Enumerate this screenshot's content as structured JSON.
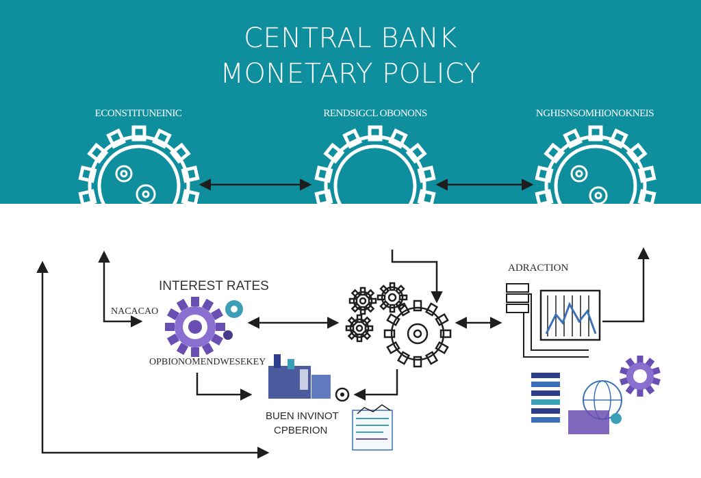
{
  "title": {
    "line1": "CENTRAL BANK",
    "line2": "MONETARY POLICY"
  },
  "gears": {
    "left_label": "ECONSTITUNEINIC",
    "center_label": "RENDSIGCL OBONONS",
    "right_label": "NGHISNSOMHIONOKNEIS"
  },
  "labels": {
    "interest_rates": "INTEREST RATES",
    "nacacao": "NACACAO",
    "opbion": "OPBIONOMENDWESEKEY",
    "adraction": "ADRACTION",
    "open_market_line1": "BUEN INVINOT",
    "open_market_line2": "CPBERION"
  },
  "colors": {
    "banner": "#0f8f9e",
    "ink": "#1e1e1e",
    "purple": "#6a4fb2",
    "teal_accent": "#3b9fb8"
  },
  "icons": [
    "gear-with-gears-icon",
    "ring-gear-icon",
    "gear-with-gears-icon",
    "interest-rates-gear-icon",
    "gear-cluster-icon",
    "factory-icon",
    "report-chart-icon",
    "server-database-icon",
    "globe-gears-icon"
  ]
}
